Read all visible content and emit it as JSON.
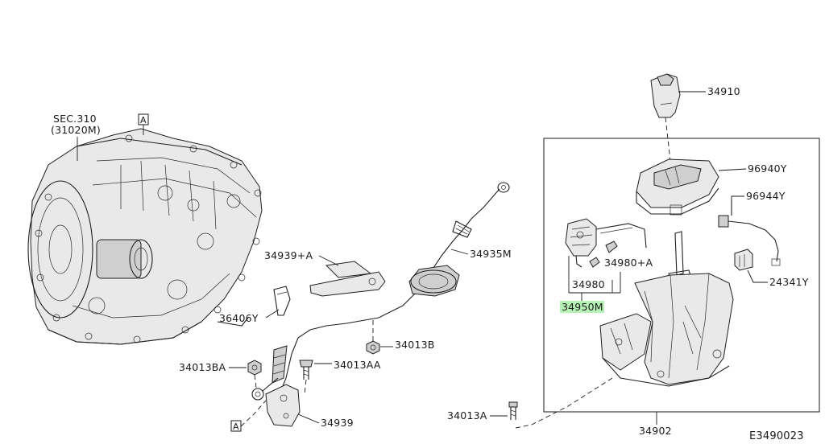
{
  "diagram_code": "E3490023",
  "reference_marker": "A",
  "labels": {
    "sec_line1": "SEC.310",
    "sec_line2": "(31020M)",
    "p34910": "34910",
    "p96940Y": "96940Y",
    "p96944Y": "96944Y",
    "p24341Y": "24341Y",
    "p34980A": "34980+A",
    "p34980": "34980",
    "p34950M": "34950M",
    "p34935M": "34935M",
    "p34939A": "34939+A",
    "p36406Y": "36406Y",
    "p34013B": "34013B",
    "p34013BA": "34013BA",
    "p34013AA": "34013AA",
    "p34939": "34939",
    "p34013A": "34013A",
    "p34902": "34902"
  },
  "colors": {
    "highlight": "#b6f2b6",
    "line": "#1f1f1f"
  }
}
